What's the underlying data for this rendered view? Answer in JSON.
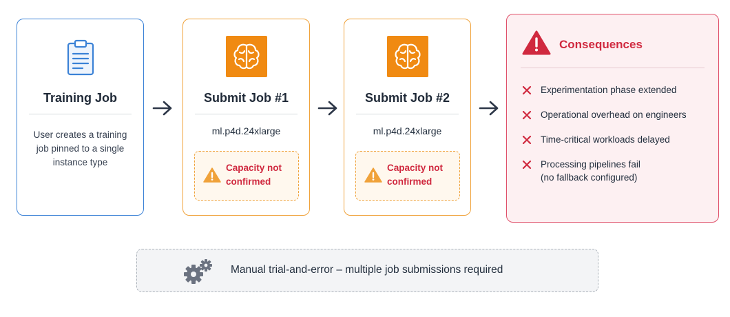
{
  "training": {
    "title": "Training Job",
    "desc_lines": [
      "User creates a training",
      "job pinned to a single",
      "instance type"
    ]
  },
  "job1": {
    "title": "Submit Job #1",
    "instance": "ml.p4d.24xlarge",
    "alert_lines": [
      "Capacity not",
      "confirmed"
    ]
  },
  "job2": {
    "title": "Submit Job #2",
    "instance": "ml.p4d.24xlarge",
    "alert_lines": [
      "Capacity not",
      "confirmed"
    ]
  },
  "consequences": {
    "title": "Consequences",
    "items": [
      [
        "Experimentation phase extended"
      ],
      [
        "Operational overhead on engineers"
      ],
      [
        "Time-critical workloads delayed"
      ],
      [
        "Processing pipelines fail",
        "(no fallback configured)"
      ]
    ]
  },
  "banner": {
    "text": "Manual trial-and-error – multiple job submissions required"
  },
  "colors": {
    "blue_border": "#3b82d6",
    "orange_border": "#f0a23a",
    "orange_logo": "#f08a12",
    "red": "#d0293f",
    "red_border": "#e0506a",
    "consequence_bg": "#fdf0f2",
    "banner_bg": "#f3f4f6"
  }
}
